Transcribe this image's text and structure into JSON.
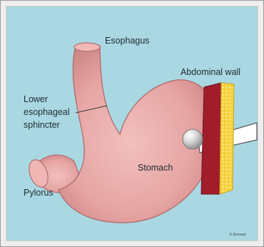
{
  "labels": {
    "esophagus": "Esophagus",
    "abdominal_wall": "Abdominal wall",
    "lower_esophageal_sphincter": [
      "Lower",
      "esophageal",
      "sphincter"
    ],
    "stomach": "Stomach",
    "pylorus": "Pylorus"
  },
  "signature": "K.Boessel",
  "colors": {
    "background": "#a9d8e2",
    "frame": "#9a9a9a",
    "stomach": "#e6a5a4",
    "muscle_layer": "#a11d2c",
    "fat_layer": "#f5d13a"
  }
}
